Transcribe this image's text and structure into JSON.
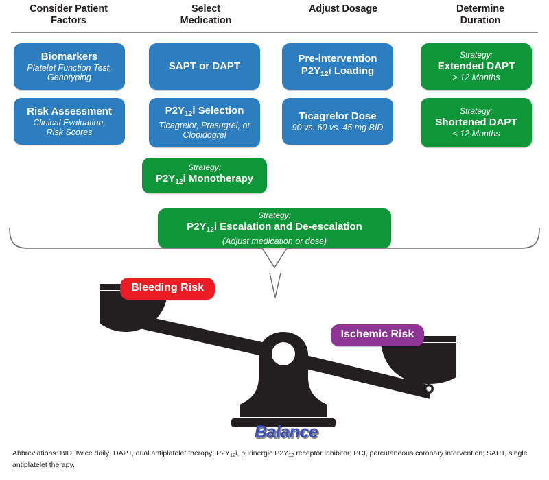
{
  "headers": [
    {
      "id": "consider-patient-factors",
      "label": "Consider Patient\nFactors"
    },
    {
      "id": "select-medication",
      "label": "Select\nMedication"
    },
    {
      "id": "adjust-dosage",
      "label": "Adjust Dosage"
    },
    {
      "id": "determine-duration",
      "label": "Determine\nDuration"
    }
  ],
  "boxes": {
    "biomarkers": {
      "title": "Biomarkers",
      "subtitle": "Platelet Function Test,\nGenotyping",
      "color": "#2d7dc1"
    },
    "risk_assessment": {
      "title": "Risk Assessment",
      "subtitle": "Clinical Evaluation,\nRisk Scores",
      "color": "#2d7dc1"
    },
    "sapt_dapt": {
      "title": "SAPT or DAPT",
      "color": "#2d7dc1"
    },
    "p2y12_selection": {
      "title_pre": "P2Y",
      "title_sub": "12",
      "title_post": "i Selection",
      "subtitle": "Ticagrelor, Prasugrel, or\nClopidogrel",
      "color": "#2d7dc1"
    },
    "monotherapy": {
      "strategy": "Strategy:",
      "title_pre": "P2Y",
      "title_sub": "12",
      "title_post": "i Monotherapy",
      "color": "#0e9639"
    },
    "loading": {
      "title_line1": "Pre-intervention",
      "title_pre": "P2Y",
      "title_sub": "12",
      "title_post": "i Loading",
      "color": "#2d7dc1"
    },
    "ticagrelor_dose": {
      "title": "Ticagrelor Dose",
      "subtitle": "90 vs. 60 vs. 45 mg BID",
      "color": "#2d7dc1"
    },
    "extended_dapt": {
      "strategy": "Strategy:",
      "title": "Extended DAPT",
      "subtitle": "> 12 Months",
      "color": "#0e9639"
    },
    "shortened_dapt": {
      "strategy": "Strategy:",
      "title": "Shortened DAPT",
      "subtitle": "< 12 Months",
      "color": "#0e9639"
    },
    "escalation": {
      "strategy": "Strategy:",
      "title_pre": "P2Y",
      "title_sub": "12",
      "title_post": "i Escalation and De-escalation",
      "subtitle": "(Adjust medication or dose)",
      "color": "#0e9639"
    }
  },
  "risks": {
    "bleeding": {
      "label": "Bleeding Risk",
      "color": "#ec1c24"
    },
    "ischemic": {
      "label": "Ischemic Risk",
      "color": "#8e3494"
    }
  },
  "balance": {
    "word": "Balance",
    "color": "#3b4fbb"
  },
  "footnote": {
    "lead": "Abbreviations: BID, twice daily; DAPT, dual antiplatelet therapy; P2Y",
    "sub1": "12",
    "mid": "i, purinergic P2Y",
    "sub2": "12",
    "tail": " receptor inhibitor;  PCI, percutaneous coronary intervention; SAPT, single antiplatelet therapy."
  }
}
